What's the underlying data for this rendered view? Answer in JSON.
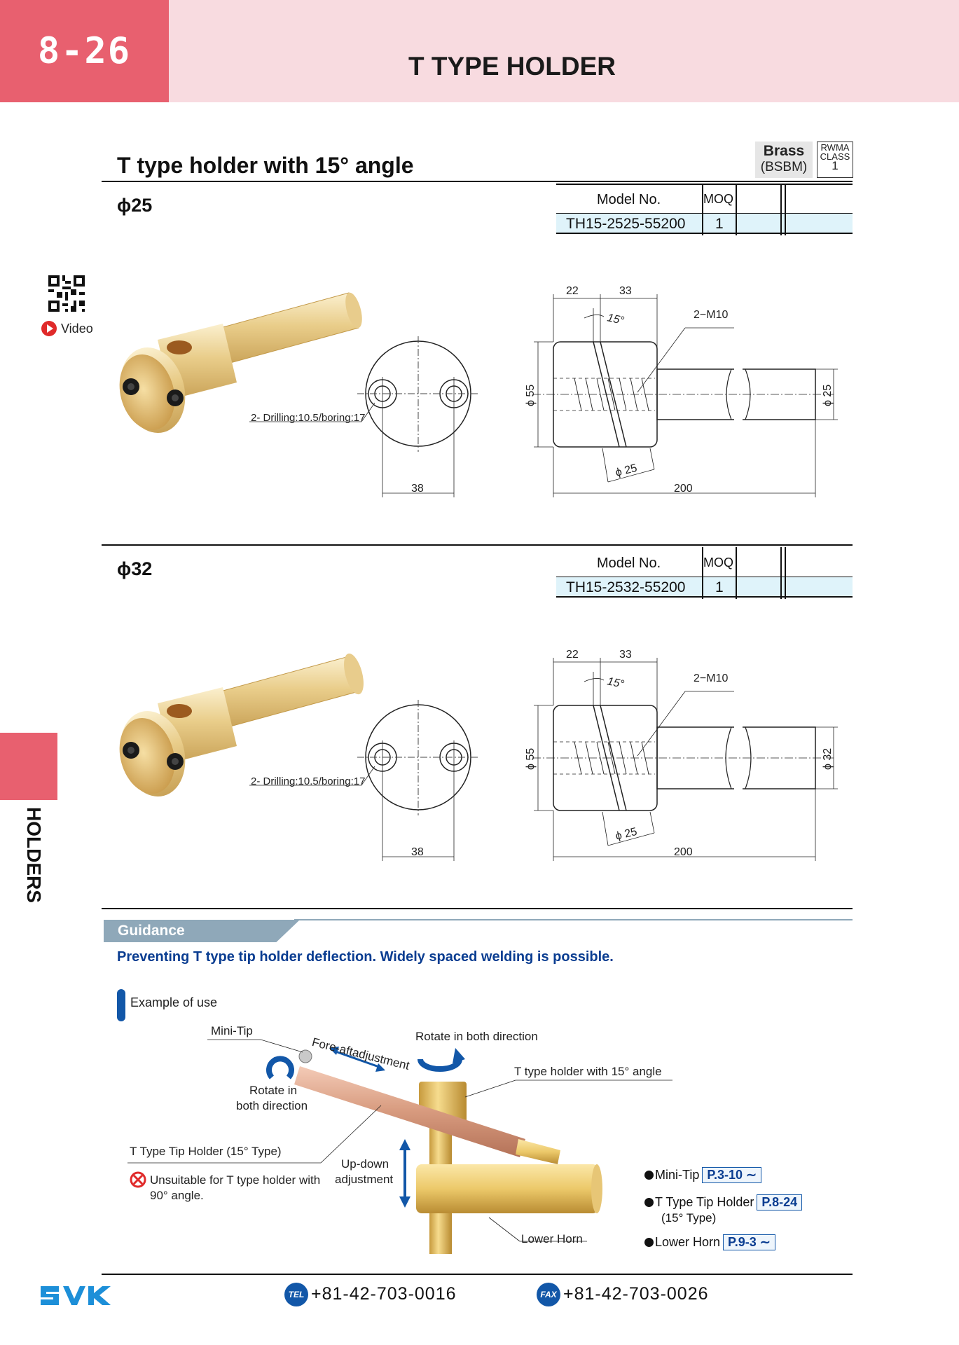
{
  "header": {
    "page_number": "8-26",
    "title": "T TYPE HOLDER"
  },
  "side": {
    "label": "HOLDERS"
  },
  "section": {
    "title": "T type holder with 15° angle",
    "material": {
      "name": "Brass",
      "code": "(BSBM)"
    },
    "rwma": {
      "label1": "RWMA",
      "label2": "CLASS",
      "value": "1"
    }
  },
  "video": {
    "label": "Video"
  },
  "variants": [
    {
      "diameter_label": "ϕ25",
      "table": {
        "col_model": "Model No.",
        "col_moq": "MOQ",
        "model": "TH15-2525-55200",
        "moq": "1"
      },
      "dims": {
        "d1": "22",
        "d2": "33",
        "angle": "15°",
        "thread": "2−M10",
        "body_dia": "ϕ 55",
        "shank_dia": "ϕ 25",
        "bore_dia": "ϕ 25",
        "length": "200",
        "pitch": "38",
        "drilling": "2- Drilling:10.5/boring:17"
      }
    },
    {
      "diameter_label": "ϕ32",
      "table": {
        "col_model": "Model No.",
        "col_moq": "MOQ",
        "model": "TH15-2532-55200",
        "moq": "1"
      },
      "dims": {
        "d1": "22",
        "d2": "33",
        "angle": "15°",
        "thread": "2−M10",
        "body_dia": "ϕ 55",
        "shank_dia": "ϕ 32",
        "bore_dia": "ϕ 25",
        "length": "200",
        "pitch": "38",
        "drilling": "2- Drilling:10.5/boring:17"
      }
    }
  ],
  "guidance": {
    "tab": "Guidance",
    "headline": "Preventing T type tip holder deflection. Widely spaced welding is possible.",
    "example_label": "Example of use",
    "labels": {
      "mini_tip": "Mini-Tip",
      "fore_aft": "Fore-aftadjustment",
      "rotate_both_top": "Rotate in both direction",
      "rotate_left_1": "Rotate in",
      "rotate_left_2": "both direction",
      "t_holder": "T type holder with 15° angle",
      "t_tip_holder": "T Type Tip Holder (15° Type)",
      "updown_1": "Up-down",
      "updown_2": "adjustment",
      "warning_1": "Unsuitable for T type holder with",
      "warning_2": "90° angle.",
      "lower_horn": "Lower Horn"
    },
    "refs": [
      {
        "name": "Mini-Tip",
        "sub": "",
        "page": "P.3-10 ∼"
      },
      {
        "name": "T Type Tip Holder",
        "sub": "(15° Type)",
        "page": "P.8-24"
      },
      {
        "name": "Lower Horn",
        "sub": "",
        "page": "P.9-3 ∼"
      }
    ]
  },
  "footer": {
    "tel_badge": "TEL",
    "tel": "+81-42-703-0016",
    "fax_badge": "FAX",
    "fax": "+81-42-703-0026"
  },
  "colors": {
    "accent": "#e8606f",
    "header_bg": "#f8dbe0",
    "link_blue": "#0a3d91",
    "table_row": "#dff3fa",
    "brass": "#d9b56a"
  }
}
